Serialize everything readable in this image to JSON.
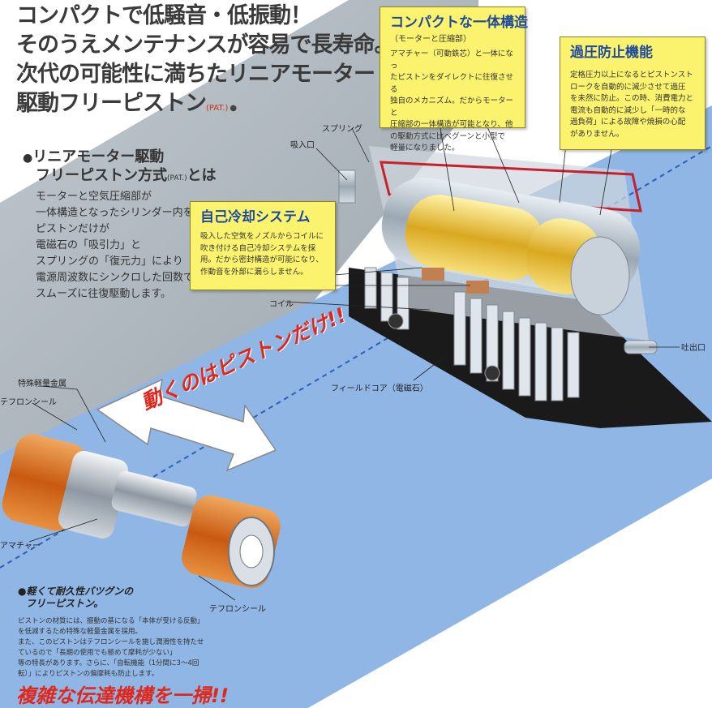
{
  "headline": {
    "line1": "コンパクトで低騒音・低振動！",
    "line2": "そのうえメンテナンスが容易で長寿命。",
    "line3": "次代の可能性に満ちたリニアモーター",
    "line4": "駆動フリーピストン",
    "pat": "(PAT.)"
  },
  "intro": {
    "title_line1": "リニアモーター駆動",
    "title_line2": "フリーピストン方式",
    "pat": "(PAT.)",
    "title_suffix": "とは",
    "body": "モーターと空気圧縮部が\n一体構造となったシリンダー内を\nピストンだけが\n電磁石の「吸引力」と\nスプリングの「復元力」により\n電源周波数にシンクロした回数で\nスムーズに往復駆動します。"
  },
  "callouts": {
    "compact": {
      "title": "コンパクトな一体構造",
      "subtitle": "（モーターと圧縮部）",
      "text": "アマチャー（可動鉄芯）と一体になっ\nたピストンをダイレクトに往復させる\n独自のメカニズム。だからモーターと\n圧縮部の一体構造が可能となり、他\nの駆動方式に比べグーンと小型で\n軽量になりました。"
    },
    "overpressure": {
      "title": "過圧防止機能",
      "text": "定格圧力以上になるとピストンスト\nロークを自動的に減少させて過圧\nを未然に防止。この時、消費電力と\n電流も自動的に減少し「一時的な\n過負荷」による故障や焼損の心配\nがありません。"
    },
    "cooling": {
      "title": "自己冷却システム",
      "text": "吸入した空気をノズルからコイルに\n吹き付ける自己冷却システムを採\n用。だから密封構造が可能になり、\n作動音を外部に漏らしません。"
    }
  },
  "labels": {
    "spring": "スプリング",
    "intake": "吸入口",
    "coil": "コイル",
    "field_core": "フィールドコア（電磁石）",
    "discharge": "吐出口",
    "special_metal": "特殊軽量金属",
    "teflon_seal_top": "テフロンシール",
    "armature": "アマチャー",
    "teflon_seal_bottom": "テフロンシール"
  },
  "slogans": {
    "only_piston": "動くのはピストンだけ!!",
    "mechanism": "複雑な伝達機構を一掃!!"
  },
  "piston_note": {
    "title_line1": "軽くて耐久性バツグンの",
    "title_line2": "フリーピストン。",
    "text": "ピストンの材質には、振動の基になる「本体が受ける反動」\nを低減するため特殊な軽量金属を採用。\nまた、このピストンはテフロンシールを施し潤滑性を持たせ\nているので「長期の使用でも極めて摩耗が少ない」\n等の特長があります。さらに、「自転機能（1分間に3～4回\n転）」によりピストンの偏摩耗も防止します。"
  },
  "colors": {
    "band_blue": "#8fb6e4",
    "panel_gray": "#9aa5ae",
    "callout_yellow": "#fbf36e",
    "callout_title": "#1f4a9c",
    "accent_red": "#e0271c",
    "piston_orange": "#d6701e"
  }
}
